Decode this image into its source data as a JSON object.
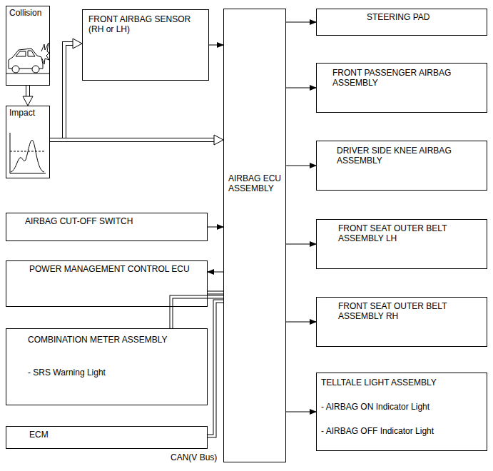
{
  "diagram": {
    "nodes": [
      {
        "text": [
          "Collision"
        ]
      },
      {
        "text": [
          "Impact"
        ]
      },
      {
        "text": [
          "FRONT AIRBAG SENSOR (RH or LH)"
        ]
      },
      {
        "text": [
          "AIRBAG ECU ASSEMBLY"
        ]
      },
      {
        "text": [
          "STEERING PAD"
        ]
      },
      {
        "text": [
          "FRONT PASSENGER AIRBAG ASSEMBLY"
        ]
      },
      {
        "text": [
          "DRIVER SIDE KNEE AIRBAG ASSEMBLY"
        ]
      },
      {
        "text": [
          "AIRBAG CUT-OFF SWITCH"
        ]
      },
      {
        "text": [
          "POWER MANAGEMENT CONTROL ECU"
        ]
      },
      {
        "text": [
          "FRONT SEAT OUTER BELT ASSEMBLY LH"
        ]
      },
      {
        "text": [
          "COMBINATION METER ASSEMBLY",
          "- SRS Warning Light"
        ]
      },
      {
        "text": [
          "FRONT SEAT OUTER BELT ASSEMBLY RH"
        ]
      },
      {
        "text": [
          "TELLTALE LIGHT ASSEMBLY",
          "- AIRBAG ON Indicator Light",
          "- AIRBAG OFF Indicator Light"
        ]
      },
      {
        "text": [
          "ECM"
        ]
      }
    ],
    "edges": [
      {
        "from": 0,
        "to": 1,
        "arrow": "to"
      },
      {
        "from": 1,
        "to": 2,
        "arrow": "to"
      },
      {
        "from": 1,
        "to": 3,
        "arrow": "to"
      },
      {
        "from": 2,
        "to": 3,
        "arrow": "to"
      },
      {
        "from": 3,
        "to": 4,
        "arrow": "to"
      },
      {
        "from": 3,
        "to": 5,
        "arrow": "to"
      },
      {
        "from": 3,
        "to": 6,
        "arrow": "to"
      },
      {
        "from": 3,
        "to": 9,
        "arrow": "to"
      },
      {
        "from": 3,
        "to": 11,
        "arrow": "to"
      },
      {
        "from": 3,
        "to": 12,
        "arrow": "to"
      },
      {
        "from": 7,
        "to": 3,
        "arrow": "to"
      },
      {
        "from": 3,
        "to": 8,
        "arrow": "to"
      },
      {
        "from": 8,
        "to": 3,
        "arrow": "none"
      },
      {
        "from": 10,
        "to": 3,
        "arrow": "none"
      },
      {
        "from": 13,
        "to": 3,
        "arrow": "none"
      }
    ],
    "labels": [
      "CAN(V Bus)"
    ]
  }
}
